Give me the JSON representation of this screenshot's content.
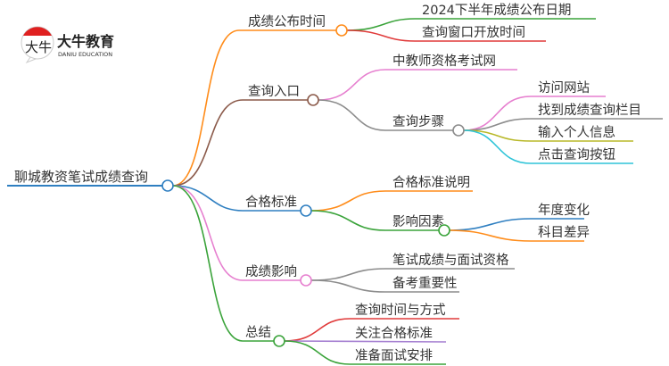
{
  "logo": {
    "name": "大牛教育",
    "sub": "DANIU EDUCATION",
    "mark": "大牛"
  },
  "root": "聊城教资笔试成绩查询",
  "branches": [
    {
      "label": "成绩公布时间",
      "children": [
        "2024下半年成绩公布日期",
        "查询窗口开放时间"
      ]
    },
    {
      "label": "查询入口",
      "children": [
        {
          "label": "中教师资格考试网"
        },
        {
          "label": "查询步骤",
          "children": [
            "访问网站",
            "找到成绩查询栏目",
            "输入个人信息",
            "点击查询按钮"
          ]
        }
      ]
    },
    {
      "label": "合格标准",
      "children": [
        {
          "label": "合格标准说明"
        },
        {
          "label": "影响因素",
          "children": [
            "年度变化",
            "科目差异"
          ]
        }
      ]
    },
    {
      "label": "成绩影响",
      "children": [
        "笔试成绩与面试资格",
        "备考重要性"
      ]
    },
    {
      "label": "总结",
      "children": [
        "查询时间与方式",
        "关注合格标准",
        "准备面试安排"
      ]
    }
  ],
  "colors": {
    "root": "#2f7fc1",
    "orange": "#ff8c1a",
    "brown": "#8b5a4a",
    "blue": "#2f7fc1",
    "pink": "#e67fcf",
    "green": "#3aa33a",
    "red": "#e03a3a",
    "gray": "#8c8c8c",
    "olive": "#b8b828",
    "cyan": "#2ec4d8",
    "purple": "#a57fd1"
  }
}
